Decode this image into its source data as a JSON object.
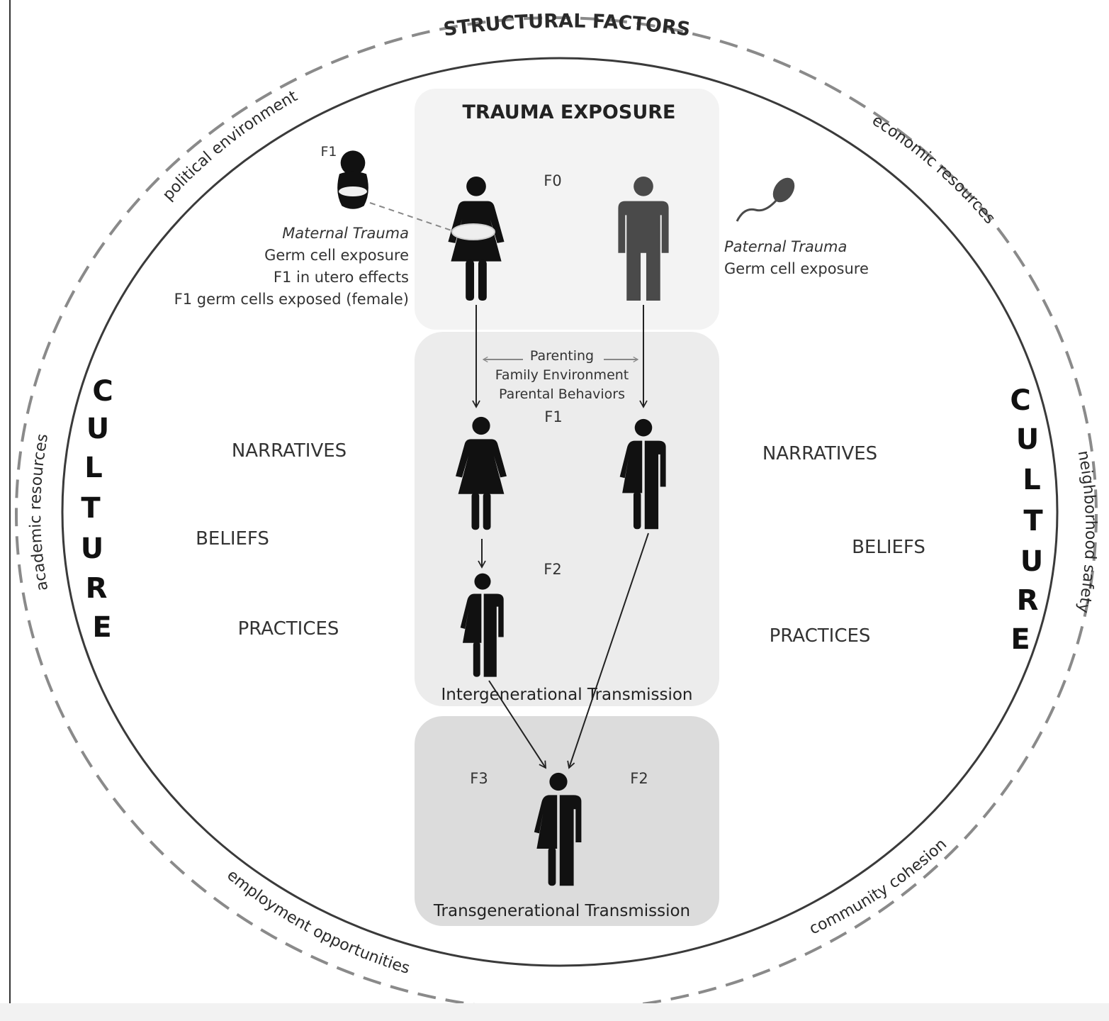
{
  "outer_ring": {
    "title": "STRUCTURAL FACTORS",
    "factors": {
      "political": "political environment",
      "economic": "economic resources",
      "academic": "academic resources",
      "neighborhood": "neighborhood safety",
      "employment": "employment opportunities",
      "community": "community cohesion"
    }
  },
  "culture": {
    "word": "CULTURE",
    "left_letters": [
      "C",
      "U",
      "L",
      "T",
      "U",
      "R",
      "E"
    ],
    "right_letters": [
      "C",
      "U",
      "L",
      "T",
      "U",
      "R",
      "E"
    ],
    "left_items": [
      "NARRATIVES",
      "BELIEFS",
      "PRACTICES"
    ],
    "right_items": [
      "NARRATIVES",
      "BELIEFS",
      "PRACTICES"
    ]
  },
  "trauma_box": {
    "title": "TRAUMA EXPOSURE",
    "generation": "F0",
    "fetus_label": "F1",
    "maternal": {
      "title": "Maternal Trauma",
      "lines": [
        "Germ cell exposure",
        "F1 in utero effects",
        "F1 germ cells exposed (female)"
      ]
    },
    "paternal": {
      "title": "Paternal Trauma",
      "lines": [
        "Germ cell exposure"
      ]
    }
  },
  "intergenerational_box": {
    "parenting_lines": [
      "Parenting",
      "Family Environment",
      "Parental Behaviors"
    ],
    "gen_f1": "F1",
    "gen_f2": "F2",
    "caption": "Intergenerational Transmission"
  },
  "transgenerational_box": {
    "gen_left": "F3",
    "gen_right": "F2",
    "caption": "Transgenerational Transmission"
  },
  "colors": {
    "figure_dark": "#111111",
    "figure_grey": "#4a4a4a",
    "box_trauma": "#f3f3f3",
    "box_inter": "#ececec",
    "box_trans": "#dcdcdc",
    "dashed_ring": "#8a8a8a",
    "text": "#2a2a2a"
  }
}
